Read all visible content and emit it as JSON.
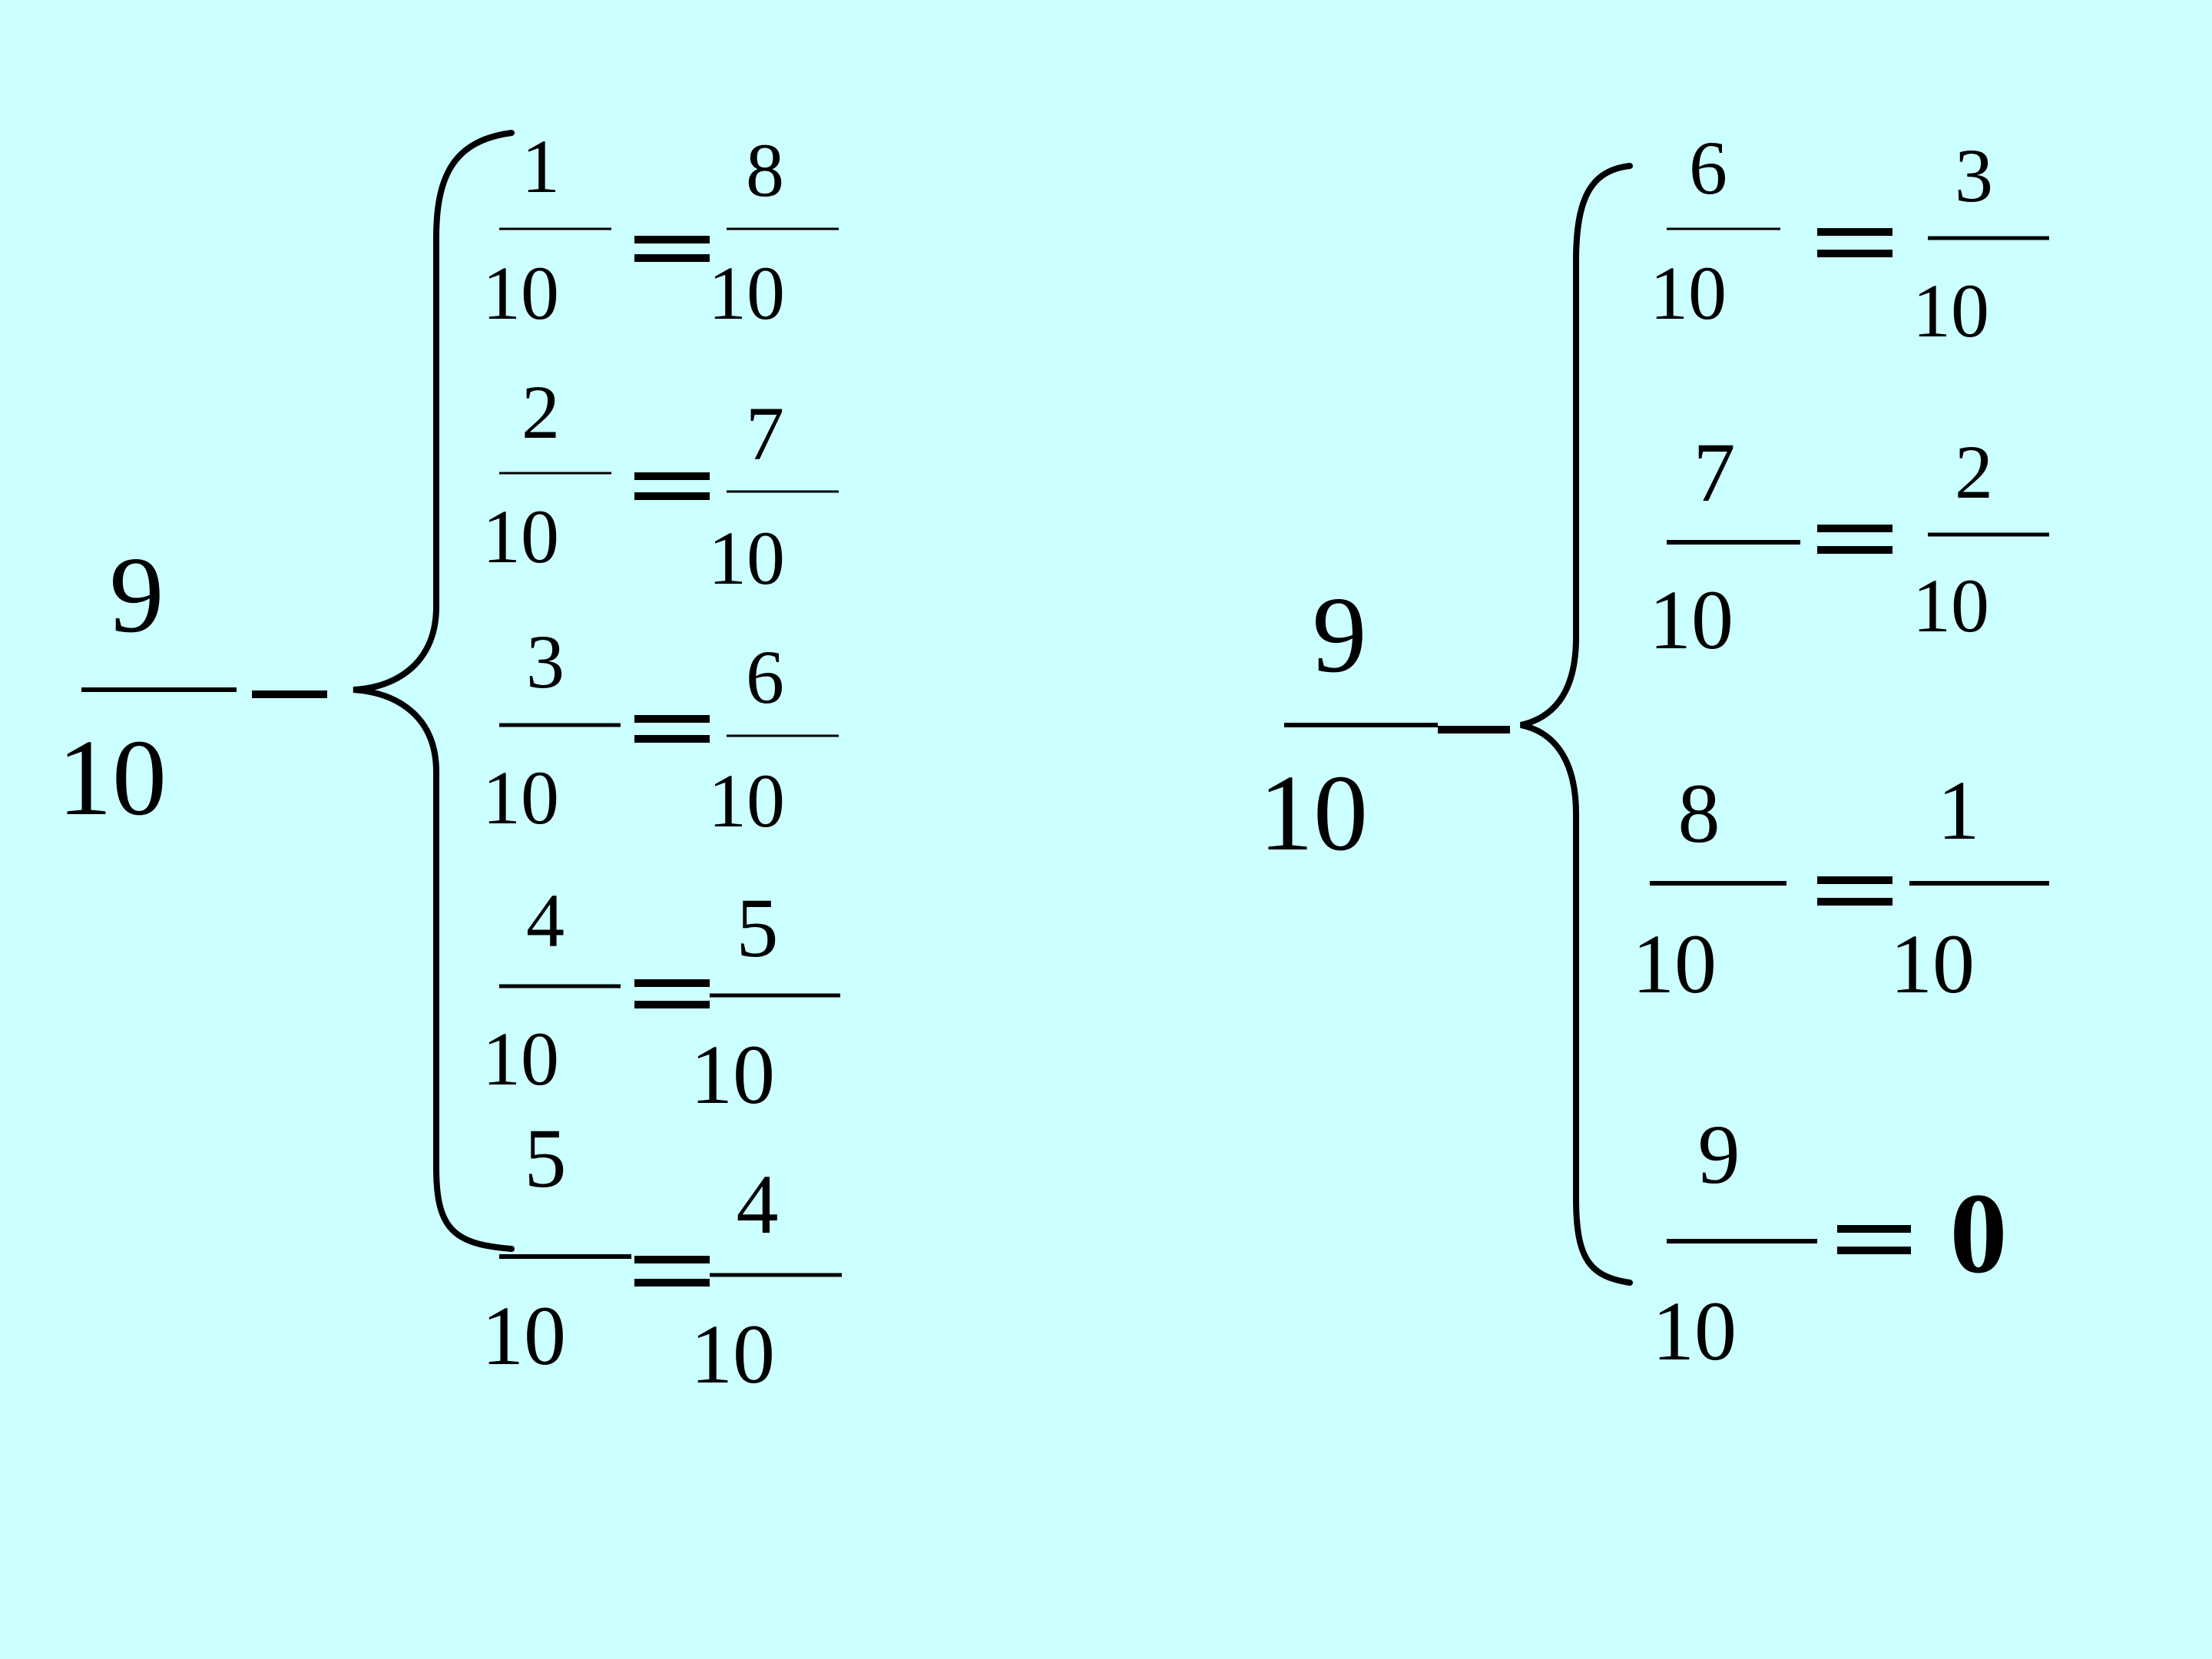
{
  "background_color": "#CCFFFF",
  "ink_color": "#000000",
  "left_group": {
    "minuend": {
      "numerator": "9",
      "denominator": "10"
    },
    "operator": "−",
    "equals": "=",
    "rows": [
      {
        "subtrahend": {
          "numerator": "1",
          "denominator": "10"
        },
        "result": {
          "numerator": "8",
          "denominator": "10"
        }
      },
      {
        "subtrahend": {
          "numerator": "2",
          "denominator": "10"
        },
        "result": {
          "numerator": "7",
          "denominator": "10"
        }
      },
      {
        "subtrahend": {
          "numerator": "3",
          "denominator": "10"
        },
        "result": {
          "numerator": "6",
          "denominator": "10"
        }
      },
      {
        "subtrahend": {
          "numerator": "4",
          "denominator": "10"
        },
        "result": {
          "numerator": "5",
          "denominator": "10"
        }
      },
      {
        "subtrahend": {
          "numerator": "5",
          "denominator": "10"
        },
        "result": {
          "numerator": "4",
          "denominator": "10"
        }
      }
    ]
  },
  "right_group": {
    "minuend": {
      "numerator": "9",
      "denominator": "10"
    },
    "operator": "−",
    "equals": "=",
    "rows": [
      {
        "subtrahend": {
          "numerator": "6",
          "denominator": "10"
        },
        "result": {
          "numerator": "3",
          "denominator": "10"
        }
      },
      {
        "subtrahend": {
          "numerator": "7",
          "denominator": "10"
        },
        "result": {
          "numerator": "2",
          "denominator": "10"
        }
      },
      {
        "subtrahend": {
          "numerator": "8",
          "denominator": "10"
        },
        "result": {
          "numerator": "1",
          "denominator": "10"
        }
      },
      {
        "subtrahend": {
          "numerator": "9",
          "denominator": "10"
        },
        "result_whole": "0"
      }
    ]
  }
}
